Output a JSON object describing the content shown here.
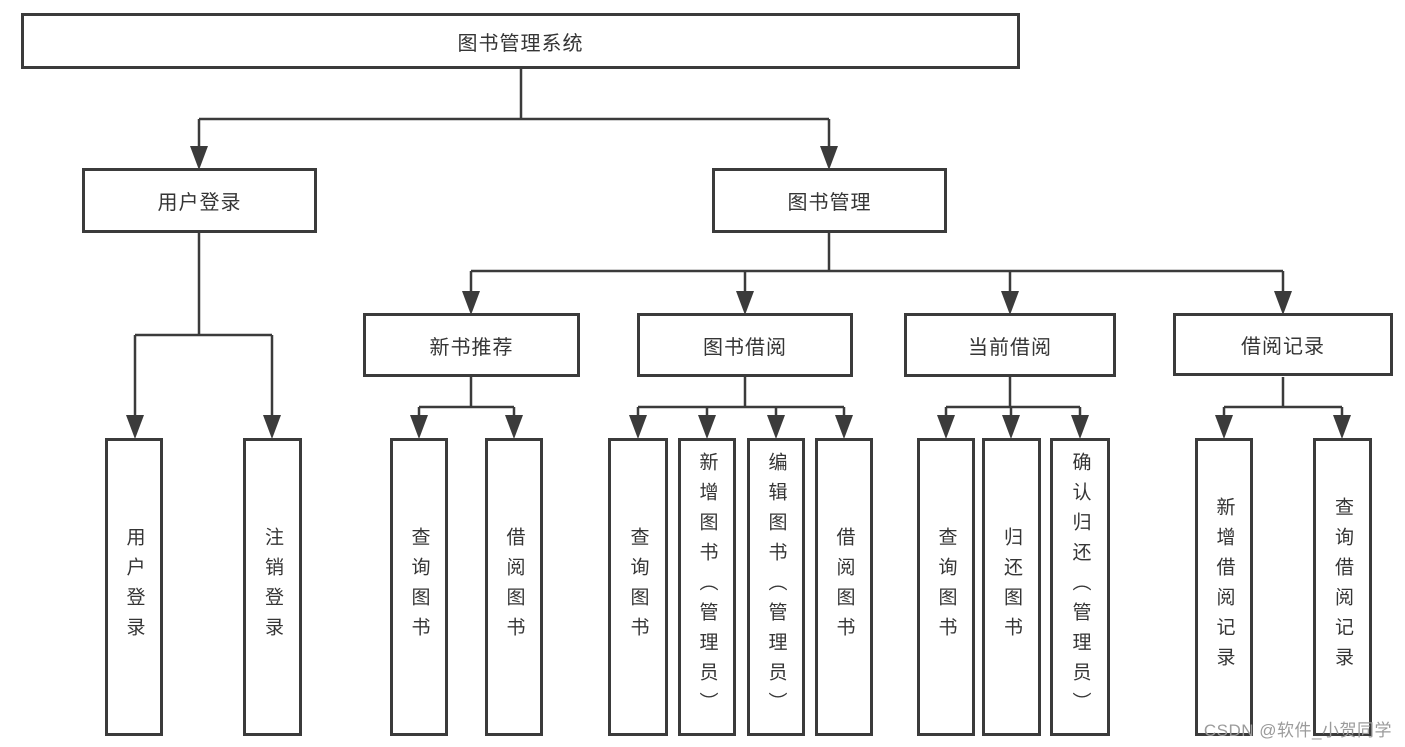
{
  "tree": {
    "label": "图书管理系统",
    "children": [
      {
        "label": "用户登录",
        "children": [
          {
            "label": "用户登录"
          },
          {
            "label": "注销登录"
          }
        ]
      },
      {
        "label": "图书管理",
        "children": [
          {
            "label": "新书推荐",
            "children": [
              {
                "label": "查询图书"
              },
              {
                "label": "借阅图书"
              }
            ]
          },
          {
            "label": "图书借阅",
            "children": [
              {
                "label": "查询图书"
              },
              {
                "label": "新增图书（管理员）"
              },
              {
                "label": "编辑图书（管理员）"
              },
              {
                "label": "借阅图书"
              }
            ]
          },
          {
            "label": "当前借阅",
            "children": [
              {
                "label": "查询图书"
              },
              {
                "label": "归还图书"
              },
              {
                "label": "确认归还（管理员）"
              }
            ]
          },
          {
            "label": "借阅记录",
            "children": [
              {
                "label": "新增借阅记录"
              },
              {
                "label": "查询借阅记录"
              }
            ]
          }
        ]
      }
    ]
  },
  "watermark": {
    "text": "CSDN @软件_小贺同学"
  },
  "colors": {
    "line": "#3b3b3b",
    "box_border": "#3b3b3b",
    "box_fill": "#ffffff",
    "text": "#353535",
    "watermark": "#9b9b9b",
    "background": "#ffffff"
  }
}
